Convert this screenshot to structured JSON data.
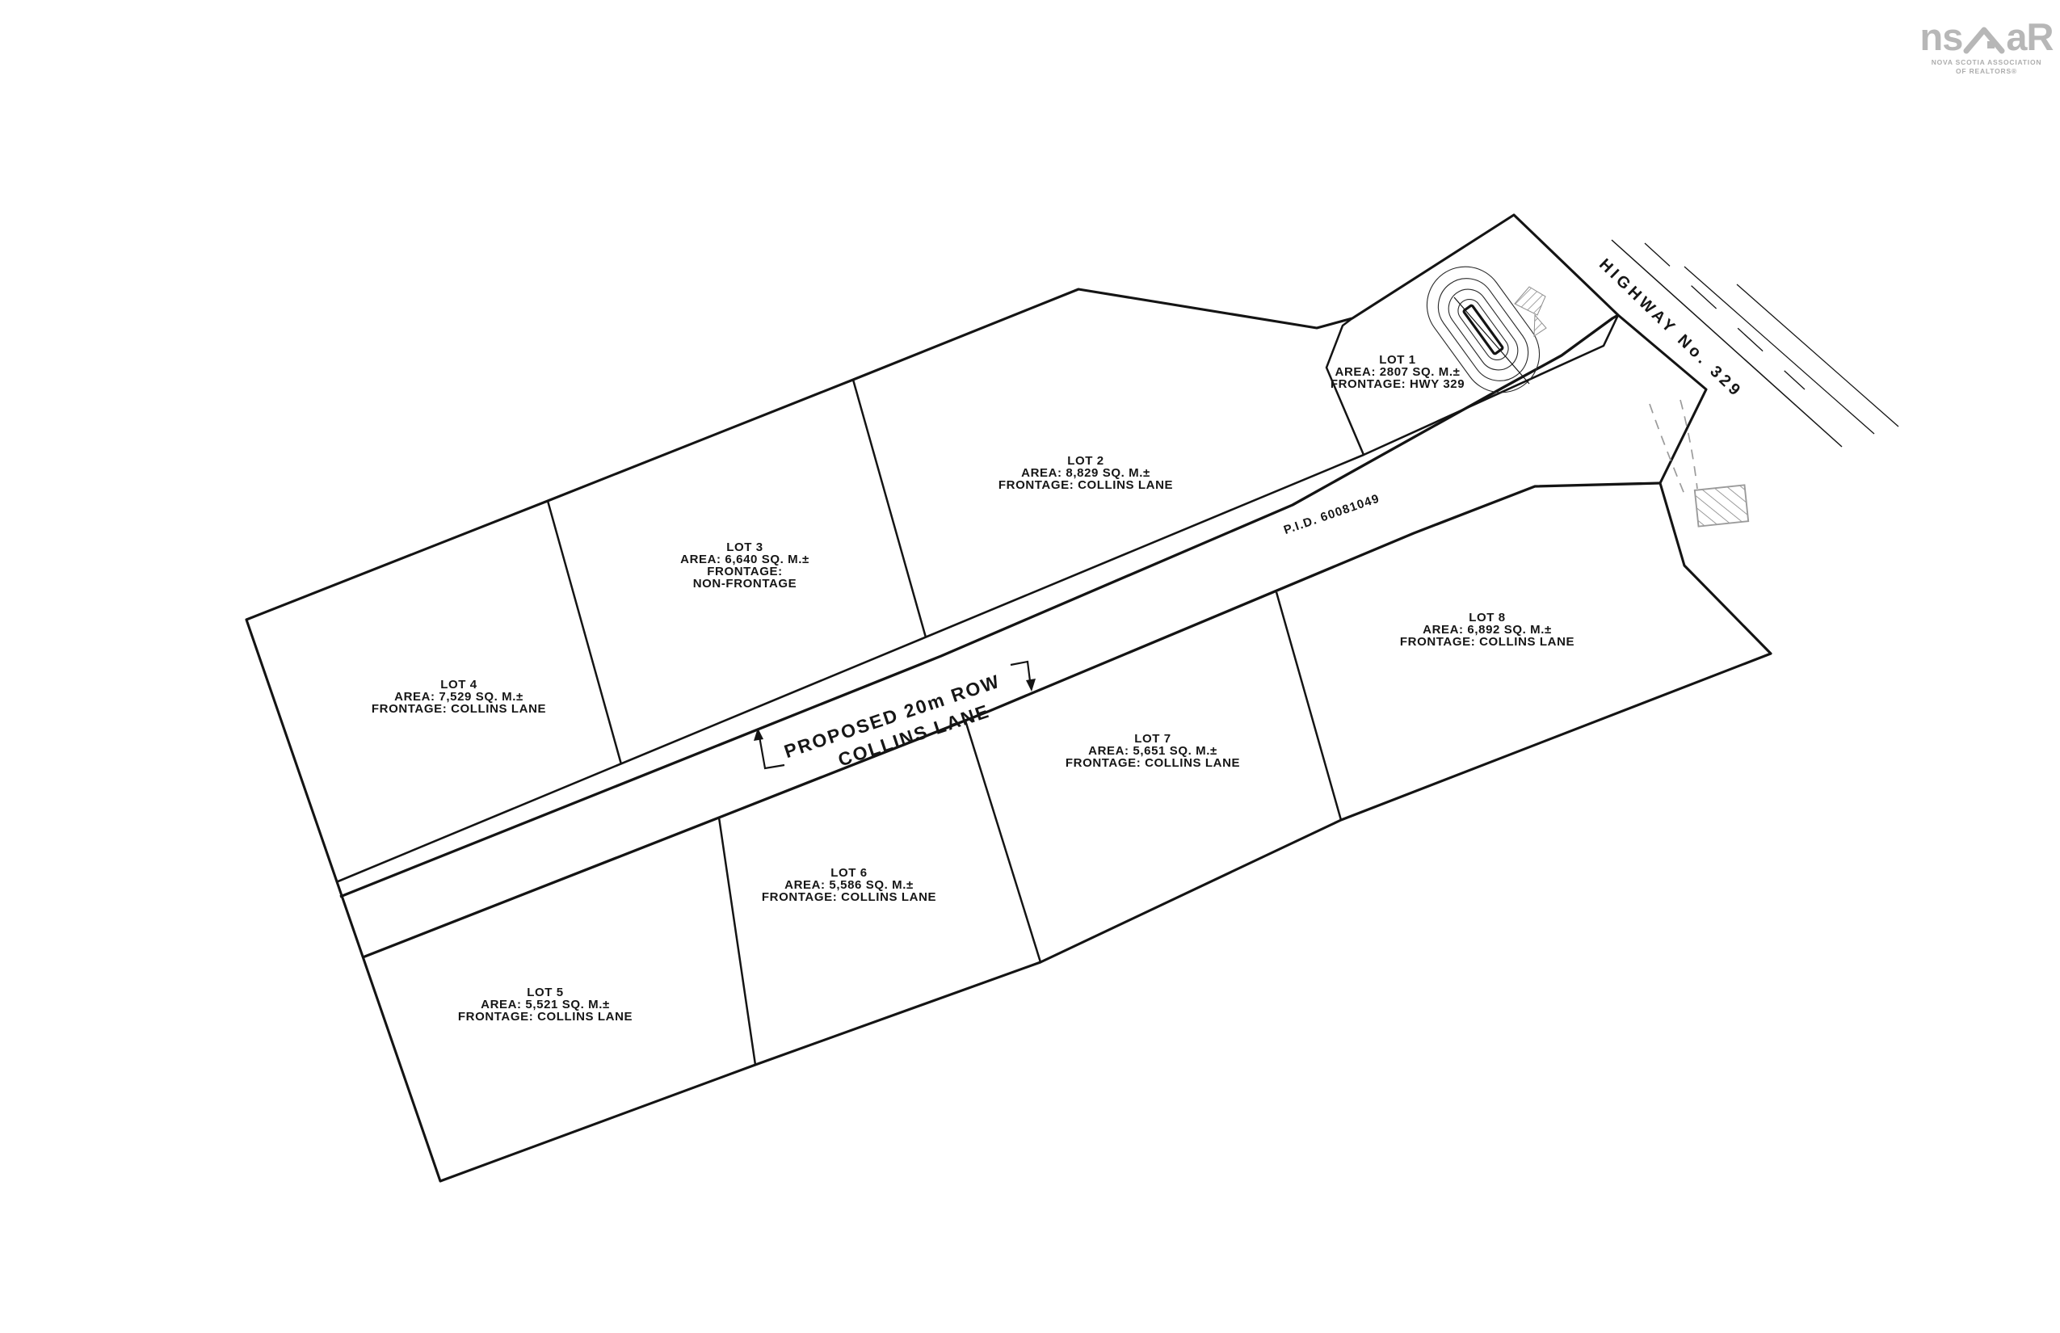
{
  "plat": {
    "lots": [
      {
        "id": "lot-1",
        "lines": [
          "LOT 1",
          "AREA: 2807 SQ. M.±",
          "FRONTAGE: HWY 329"
        ]
      },
      {
        "id": "lot-2",
        "lines": [
          "LOT 2",
          "AREA: 8,829 SQ. M.±",
          "FRONTAGE: COLLINS LANE"
        ]
      },
      {
        "id": "lot-3",
        "lines": [
          "LOT 3",
          "AREA: 6,640 SQ. M.±",
          "FRONTAGE:",
          "NON-FRONTAGE"
        ]
      },
      {
        "id": "lot-4",
        "lines": [
          "LOT 4",
          "AREA: 7,529 SQ. M.±",
          "FRONTAGE: COLLINS LANE"
        ]
      },
      {
        "id": "lot-5",
        "lines": [
          "LOT 5",
          "AREA: 5,521 SQ. M.±",
          "FRONTAGE: COLLINS LANE"
        ]
      },
      {
        "id": "lot-6",
        "lines": [
          "LOT 6",
          "AREA: 5,586 SQ. M.±",
          "FRONTAGE: COLLINS LANE"
        ]
      },
      {
        "id": "lot-7",
        "lines": [
          "LOT 7",
          "AREA: 5,651 SQ. M.±",
          "FRONTAGE: COLLINS LANE"
        ]
      },
      {
        "id": "lot-8",
        "lines": [
          "LOT 8",
          "AREA: 6,892 SQ. M.±",
          "FRONTAGE: COLLINS LANE"
        ]
      }
    ],
    "road_label": {
      "line1": "PROPOSED 20m ROW",
      "line2": "COLLINS LANE"
    },
    "parcel_id_label": "P.I.D. 60081049",
    "highway_label": "HIGHWAY No. 329"
  },
  "logo": {
    "prefix": "ns",
    "suffix": "aR",
    "tagline1": "NOVA SCOTIA ASSOCIATION",
    "tagline2": "OF REALTORS®",
    "color": "#b7b7b7"
  },
  "colors": {
    "ink": "#141414",
    "gray": "#9b9b9b"
  }
}
